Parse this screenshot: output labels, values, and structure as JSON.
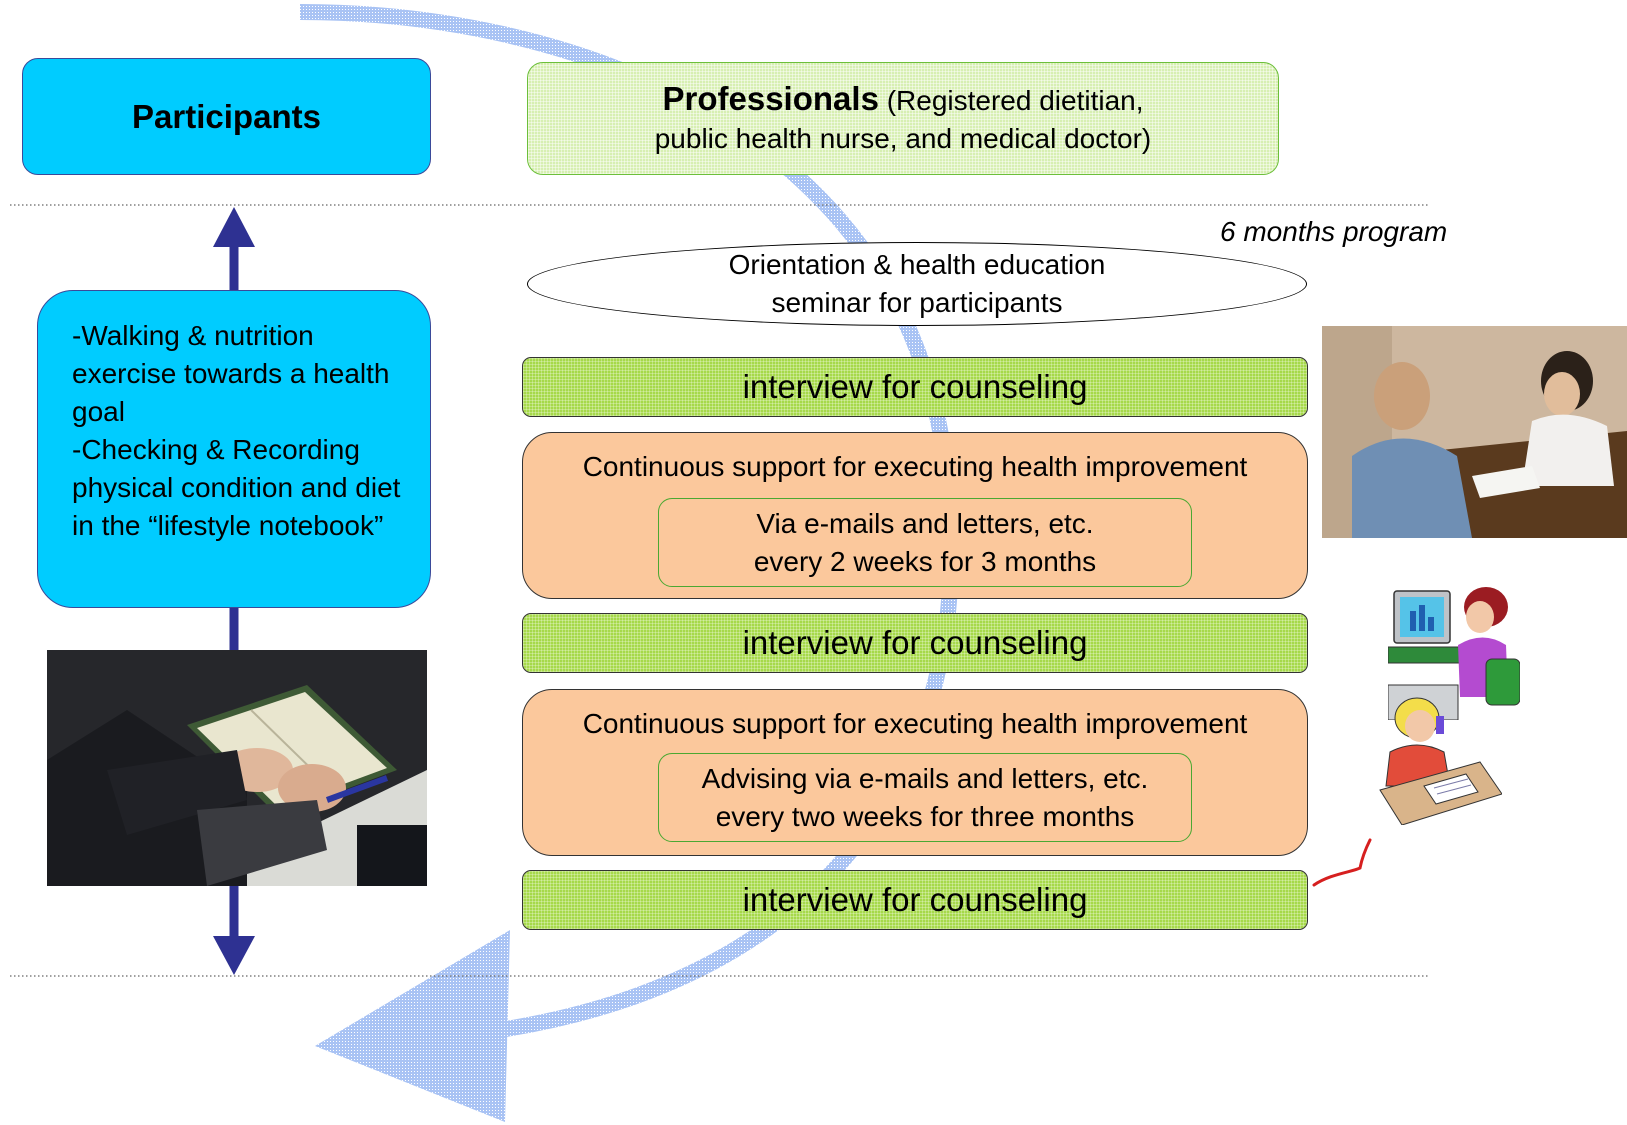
{
  "participants": {
    "title": "Participants",
    "activities": "-Walking & nutrition exercise towards a health goal\n-Checking & Recording physical condition and diet in the “lifestyle notebook”"
  },
  "professionals": {
    "title": "Professionals",
    "detail": " (Registered dietitian,",
    "detail_line2": "public health nurse, and medical doctor)"
  },
  "program_duration": "6 months program",
  "seminar": {
    "line1": "Orientation & health education",
    "line2": "seminar for participants"
  },
  "steps": [
    {
      "label": "interview for counseling"
    },
    {
      "title": "Continuous support for executing health improvement",
      "inner_line1": "Via e-mails and letters, etc.",
      "inner_line2": "every 2 weeks for 3 months"
    },
    {
      "label": "interview for counseling"
    },
    {
      "title": "Continuous support for executing health improvement",
      "inner_line1": "Advising via e-mails and letters, etc.",
      "inner_line2": "every two weeks for three months"
    },
    {
      "label": "interview for counseling"
    }
  ],
  "colors": {
    "participant_blue": "#00ccff",
    "professional_green": "#a6d94a",
    "support_orange": "#fbc89c",
    "arrow_navy": "#2e3192",
    "sweep_blue": "#8fb0ef"
  }
}
